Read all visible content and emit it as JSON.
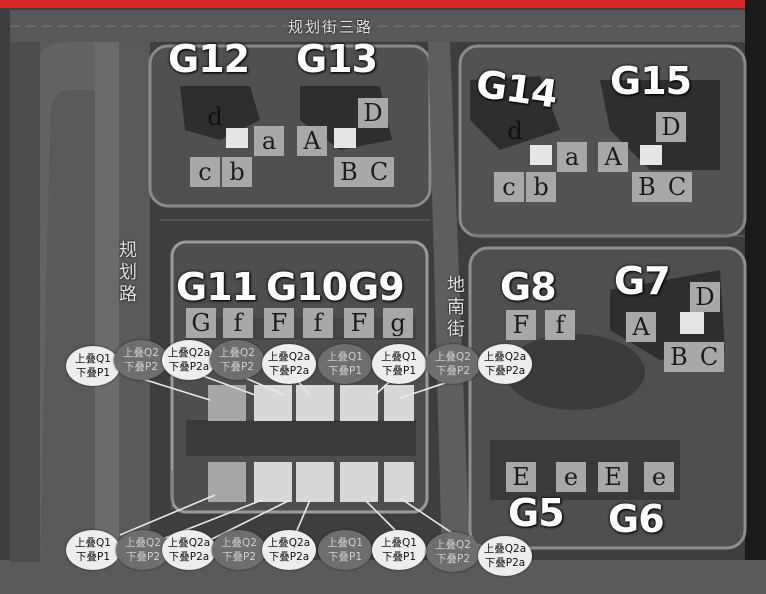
{
  "roads": {
    "north": "规划街三路",
    "west": "规划路",
    "central": "地南街"
  },
  "groups": [
    "G12",
    "G13",
    "G14",
    "G15",
    "G11",
    "G10",
    "G9",
    "G8",
    "G7",
    "G5",
    "G6"
  ],
  "block_labels": {
    "g12": [
      "d",
      "c",
      "b"
    ],
    "g13": [
      "a",
      "A",
      "D",
      "B",
      "C"
    ],
    "g14": [
      "d",
      "a",
      "c",
      "b"
    ],
    "g15": [
      "A",
      "D",
      "B",
      "C"
    ],
    "mid": [
      "G",
      "f",
      "F",
      "f",
      "F",
      "g"
    ],
    "g8": [
      "F",
      "f"
    ],
    "g7": [
      "D",
      "A",
      "B",
      "C"
    ],
    "south": [
      "E",
      "e",
      "E",
      "e"
    ]
  },
  "unit_labels": {
    "q1": "上叠Q1",
    "p1": "下叠P1",
    "q2": "上叠Q2",
    "p2": "下叠P2",
    "q2a": "上叠Q2a",
    "p2a": "下叠P2a"
  },
  "colors": {
    "background": "#4a4a4a",
    "label": "#ffffff",
    "oval": "#ededed",
    "red_edge": "#d62828"
  }
}
